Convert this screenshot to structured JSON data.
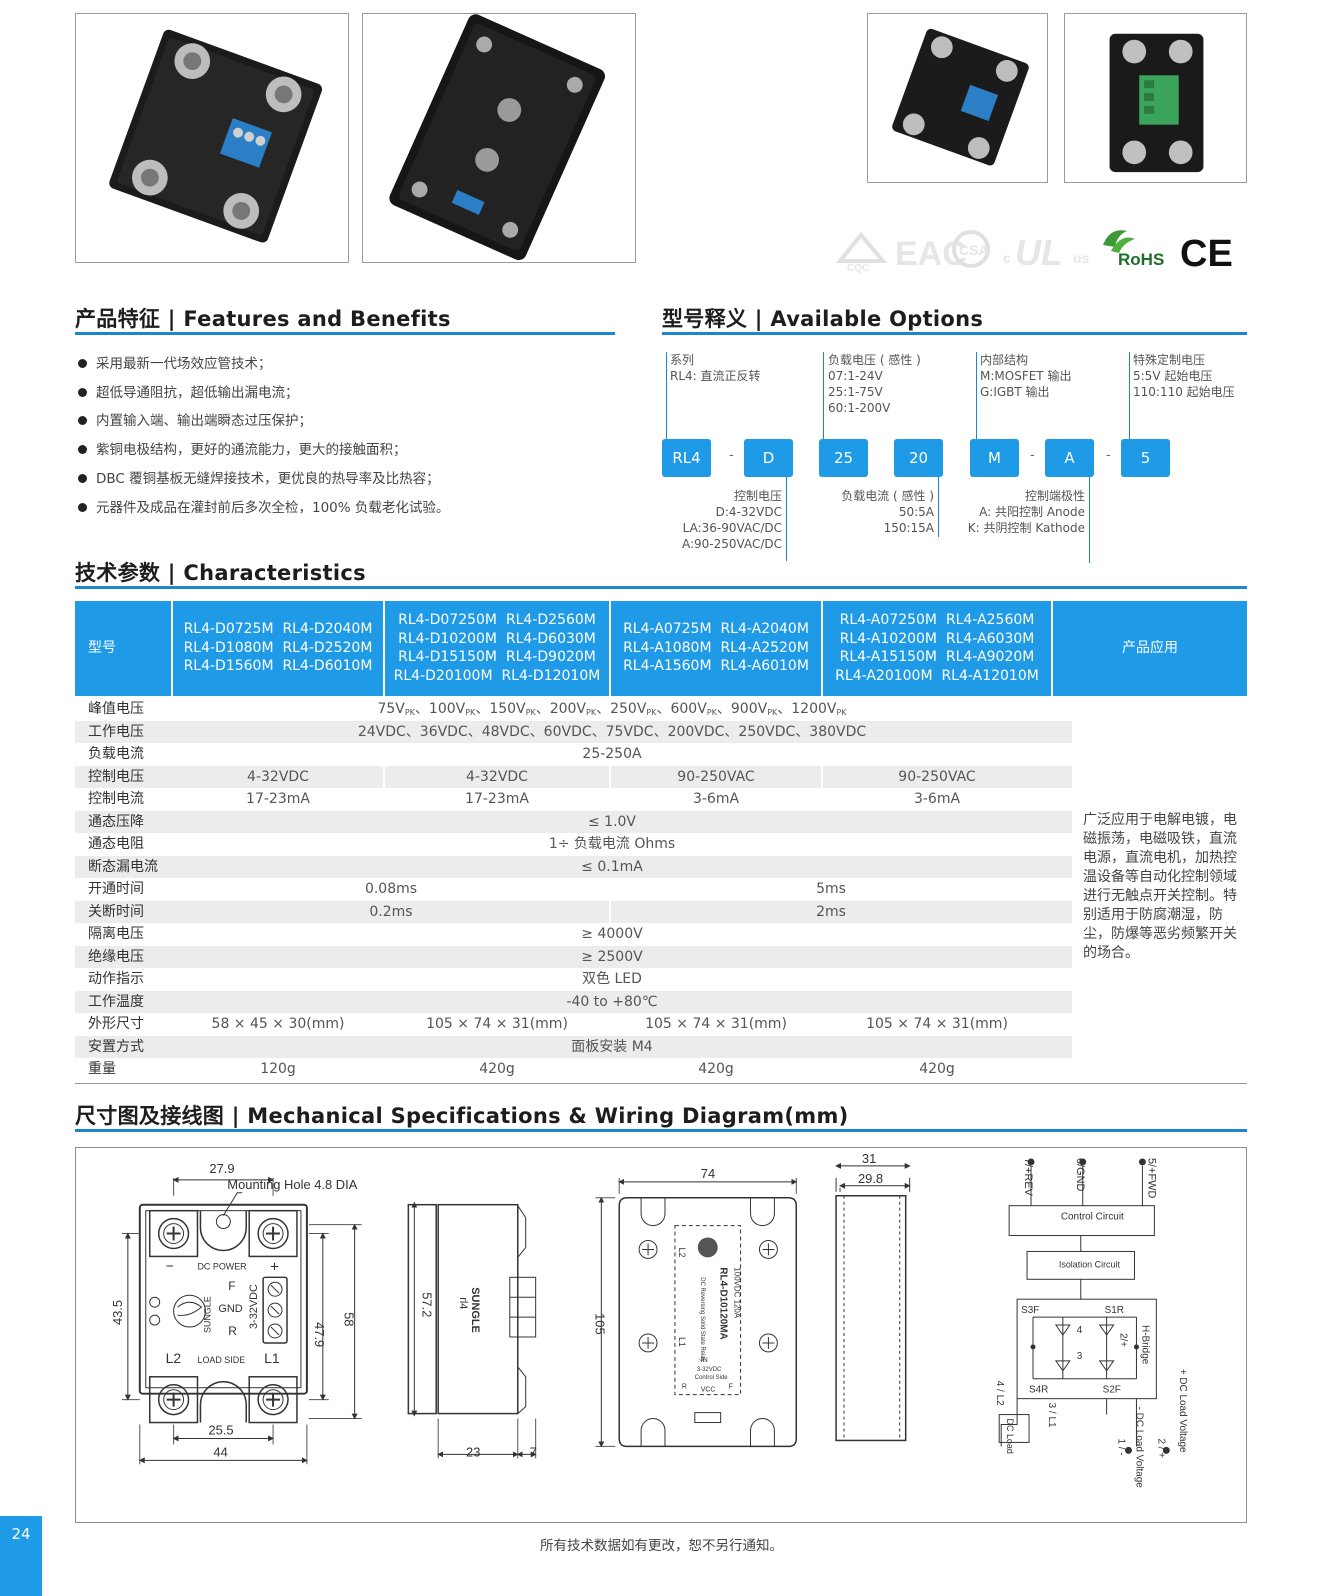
{
  "certs": {
    "marks": [
      "CQC",
      "EAC",
      "CSA",
      "c",
      "UL",
      "us",
      "RoHS",
      "CE"
    ]
  },
  "features": {
    "title": "产品特征 | Features and Benefits",
    "items": [
      "采用最新一代场效应管技术；",
      "超低导通阻抗，超低输出漏电流；",
      "内置输入端、输出端瞬态过压保护；",
      "紫铜电极结构，更好的通流能力，更大的接触面积；",
      "DBC 覆铜基板无缝焊接技术，更优良的热导率及比热容；",
      "元器件及成品在灌封前后多次全检，100% 负载老化试验。"
    ]
  },
  "options": {
    "title": "型号释义 | Available Options",
    "top_notes": [
      "系列\nRL4: 直流正反转",
      "负载电压 ( 感性 )\n07:1-24V\n25:1-75V\n60:1-200V",
      "内部结构\nM:MOSFET 输出\nG:IGBT 输出",
      "特殊定制电压\n5:5V 起始电压\n110:110 起始电压"
    ],
    "boxes": [
      "RL4",
      "D",
      "25",
      "20",
      "M",
      "A",
      "5"
    ],
    "dashes": [
      "-",
      "-",
      "-"
    ],
    "bottom_notes": [
      "控制电压\nD:4-32VDC\nLA:36-90VAC/DC\nA:90-250VAC/DC",
      "负载电流 ( 感性 )\n50:5A\n150:15A",
      "控制端极性\nA: 共阳控制 Anode\nK: 共阴控制 Kathode"
    ]
  },
  "characteristics": {
    "title": "技术参数 | Characteristics",
    "header_label": "型号",
    "models": [
      "RL4-D0725M  RL4-D2040M\nRL4-D1080M  RL4-D2520M\nRL4-D1560M  RL4-D6010M",
      "RL4-D07250M  RL4-D2560M\nRL4-D10200M  RL4-D6030M\nRL4-D15150M  RL4-D9020M\nRL4-D20100M  RL4-D12010M",
      "RL4-A0725M  RL4-A2040M\nRL4-A1080M  RL4-A2520M\nRL4-A1560M  RL4-A6010M",
      "RL4-A07250M  RL4-A2560M\nRL4-A10200M  RL4-A6030M\nRL4-A15150M  RL4-A9020M\nRL4-A20100M  RL4-A12010M"
    ],
    "app_header": "产品应用",
    "app_text": "广泛应用于电解电镀，电磁振荡，电磁吸铁，直流电源，直流电机，加热控温设备等自动化控制领域进行无触点开关控制。特别适用于防腐潮湿，防尘，防爆等恶劣频繁开关的场合。",
    "peak_values": [
      "75V",
      "100V",
      "150V",
      "200V",
      "250V",
      "600V",
      "900V",
      "1200V"
    ],
    "peak_sub": "PK",
    "peak_sep": "、",
    "rows": [
      {
        "label": "峰值电压",
        "span": "peak"
      },
      {
        "label": "工作电压",
        "all": "24VDC、36VDC、48VDC、60VDC、75VDC、200VDC、250VDC、380VDC"
      },
      {
        "label": "负载电流",
        "all": "25-250A"
      },
      {
        "label": "控制电压",
        "cols": [
          "4-32VDC",
          "4-32VDC",
          "90-250VAC",
          "90-250VAC"
        ]
      },
      {
        "label": "控制电流",
        "cols": [
          "17-23mA",
          "17-23mA",
          "3-6mA",
          "3-6mA"
        ]
      },
      {
        "label": "通态压降",
        "all": "≤ 1.0V"
      },
      {
        "label": "通态电阻",
        "all": "1÷ 负载电流 Ohms"
      },
      {
        "label": "断态漏电流",
        "all": "≤ 0.1mA"
      },
      {
        "label": "开通时间",
        "half": [
          "0.08ms",
          "5ms"
        ]
      },
      {
        "label": "关断时间",
        "half": [
          "0.2ms",
          "2ms"
        ]
      },
      {
        "label": "隔离电压",
        "all": "≥ 4000V"
      },
      {
        "label": "绝缘电压",
        "all": "≥ 2500V"
      },
      {
        "label": "动作指示",
        "all": "双色 LED"
      },
      {
        "label": "工作温度",
        "all": "-40 to +80℃"
      },
      {
        "label": "外形尺寸",
        "cols": [
          "58 × 45 × 30(mm)",
          "105 × 74 × 31(mm)",
          "105 × 74 × 31(mm)",
          "105 × 74 × 31(mm)"
        ]
      },
      {
        "label": "安置方式",
        "all": "面板安装 M4"
      },
      {
        "label": "重量",
        "cols": [
          "120g",
          "420g",
          "420g",
          "420g"
        ]
      }
    ]
  },
  "mechanical": {
    "title": "尺寸图及接线图 | Mechanical Specifications & Wiring Diagram(mm)",
    "dims": {
      "d27_9": "27.9",
      "mounting_hole": "Mounting Hole 4.8 DIA",
      "d43_5": "43.5",
      "d47_9": "47.9",
      "d58": "58",
      "d25_5": "25.5",
      "d44": "44",
      "d57_2": "57.2",
      "d23": "23",
      "d7": "7",
      "d74": "74",
      "d105": "105",
      "d31": "31",
      "d29_8": "29.8"
    },
    "small_relay": {
      "dc_power": "DC POWER",
      "minus": "−",
      "plus": "+",
      "f": "F",
      "gnd": "GND",
      "r": "R",
      "range": "3-32VDC",
      "l2": "L2",
      "l1": "L1",
      "load_side": "LOAD SIDE",
      "brand": "SUNGLE"
    },
    "side_view": {
      "brand": "SUNGLE",
      "model": "rl4"
    },
    "large_relay": {
      "model": "RL4-D10120MA",
      "rating": "100VDC 120A",
      "desc": "DC Reversing Solid State Relay",
      "l2": "L2",
      "l1": "L1",
      "in": "IN",
      "range": "3-32VDC",
      "control": "Control Side",
      "r": "R",
      "vcc": "VCC",
      "f": "F"
    },
    "wiring": {
      "pin7": "7/+REV",
      "pin6": "6/GND",
      "pin5": "5/+FWD",
      "control": "Control Circuit",
      "isolation": "Isolation Circuit",
      "s3f": "S3F",
      "s1r": "S1R",
      "s4r": "S4R",
      "s2f": "S2F",
      "hbridge": "H-Bridge",
      "n4": "4",
      "n3": "3",
      "n2": "2/+",
      "pin4": "4 / L2",
      "pin3": "3 / L1",
      "dc_load": "DC Load",
      "dc_load_v_minus": "- DC Load Voltage",
      "dc_load_v_plus": "+ DC Load Voltage",
      "one_minus": "1 / -",
      "two_plus": "2 / +"
    }
  },
  "footer": {
    "note": "所有技术数据如有更改，恕不另行通知。",
    "page": "24"
  },
  "colors": {
    "accent": "#1e9ae6",
    "rule": "#1e86cf",
    "row_alt": "#ececec"
  }
}
